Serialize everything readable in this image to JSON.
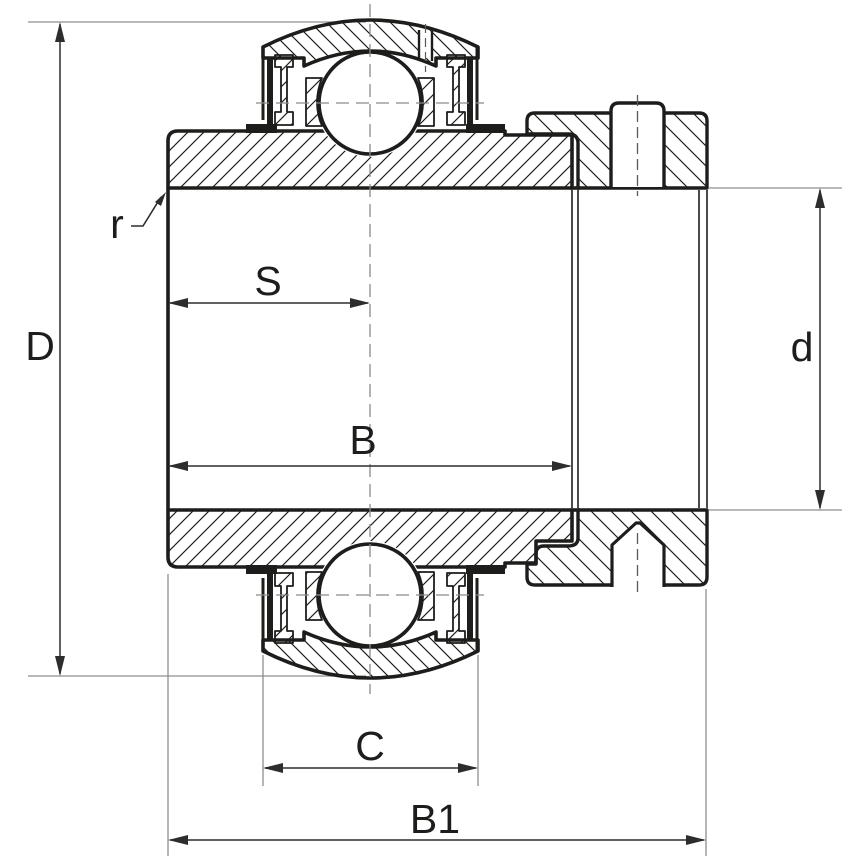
{
  "dimension_labels": {
    "outer_diameter": "D",
    "bore_diameter": "d",
    "inner_ring_width": "B",
    "total_width": "B1",
    "outer_ring_width": "C",
    "center_offset": "S",
    "fillet_radius": "r"
  },
  "colors": {
    "background": "#ffffff",
    "outline": "#1d1d1b",
    "hatch": "#1d1d1b",
    "dimension_line": "#2d2d2d",
    "extension_line": "#8f8f8f",
    "centerline": "#8a8a8a"
  }
}
